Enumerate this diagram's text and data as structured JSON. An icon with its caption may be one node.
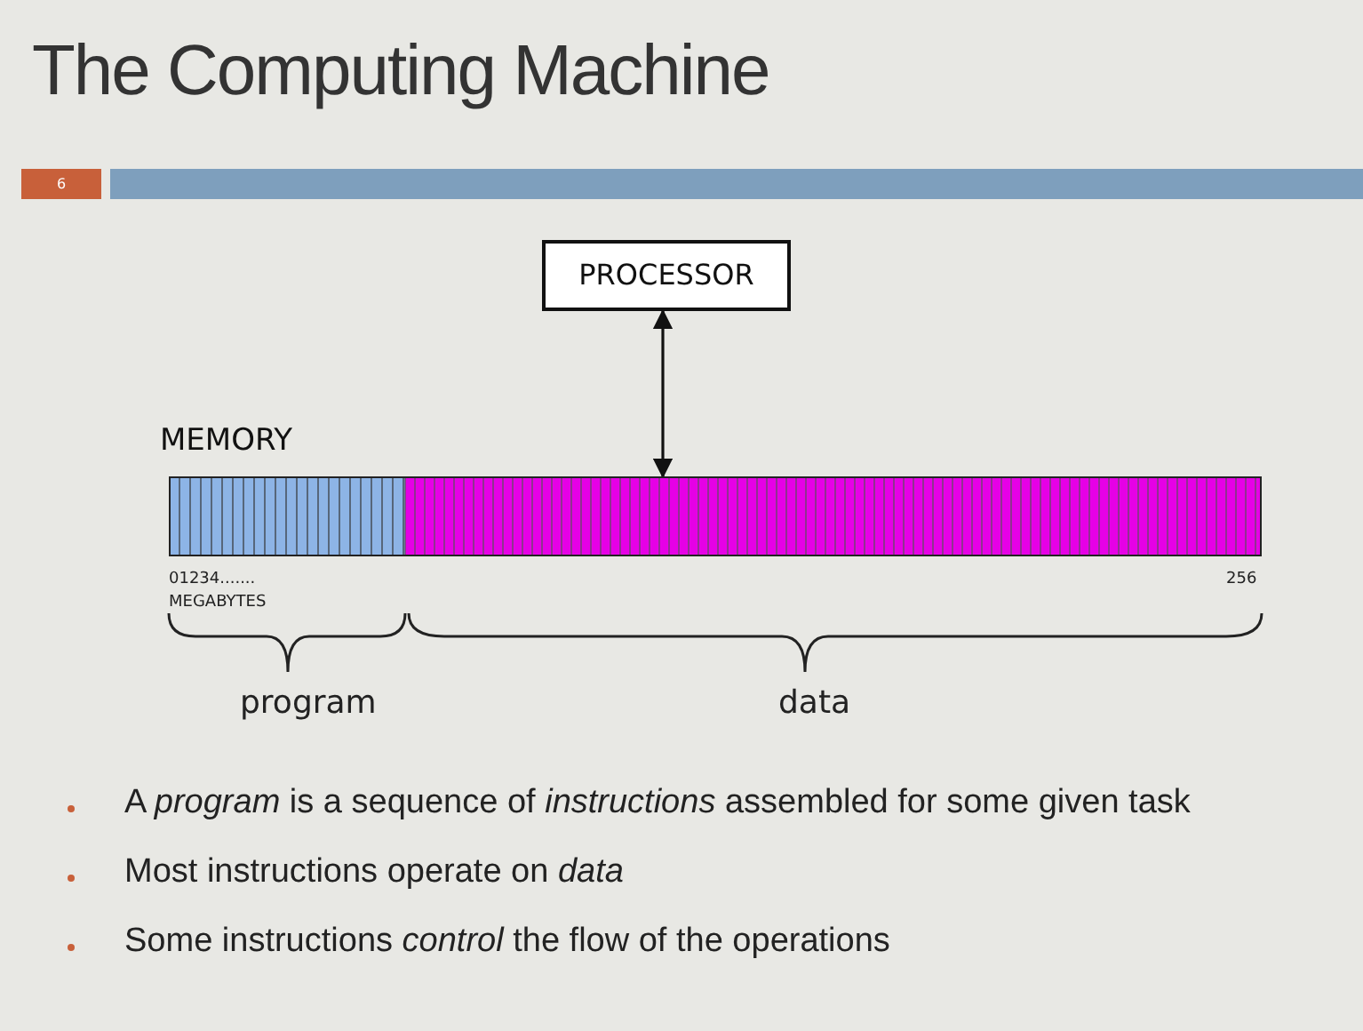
{
  "diagram": {
    "title": "The Computing Machine",
    "nodes": [
      {
        "text": [
          "PROCESSOR"
        ]
      },
      {
        "text": [
          "MEMORY"
        ]
      }
    ],
    "edges": [
      {
        "from": 0,
        "to": 1,
        "arrow": "both"
      }
    ],
    "labels": [
      "6",
      "01234.......",
      "MEGABYTES",
      "256",
      "program",
      "data",
      "A *program* is a sequence of *instructions* assembled for some given task",
      "Most instructions operate on *data*",
      "Some instructions *control* the flow of the operations"
    ]
  }
}
